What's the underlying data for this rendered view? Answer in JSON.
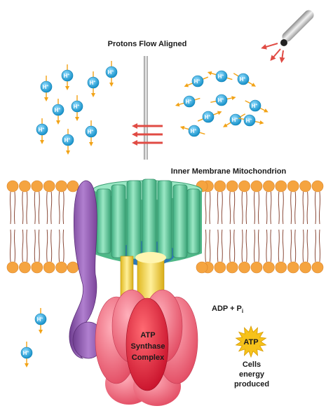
{
  "title": "Protons Flow Aligned",
  "membrane_label": "Inner Membrane Mitochondrion",
  "proton_label": "H",
  "proton_sup": "+",
  "adp_label": "ADP + P",
  "adp_sub": "i",
  "atp_badge": "ATP",
  "complex_label": [
    "ATP",
    "Synthase",
    "Complex"
  ],
  "cells_label": [
    "Cells",
    "energy",
    "produced"
  ],
  "colors": {
    "proton": "#1fa7df",
    "arrow": "#f2a317",
    "red_arrow": "#e04b44",
    "lipid_head": "#f5a440",
    "lipid_tail": "#8b4b3a",
    "green": "#5fc69b",
    "purple": "#8a4fa8",
    "yellow": "#f2d53c",
    "red": "#e8283a",
    "pink": "#f06a7f",
    "star": "#f6c21a"
  }
}
